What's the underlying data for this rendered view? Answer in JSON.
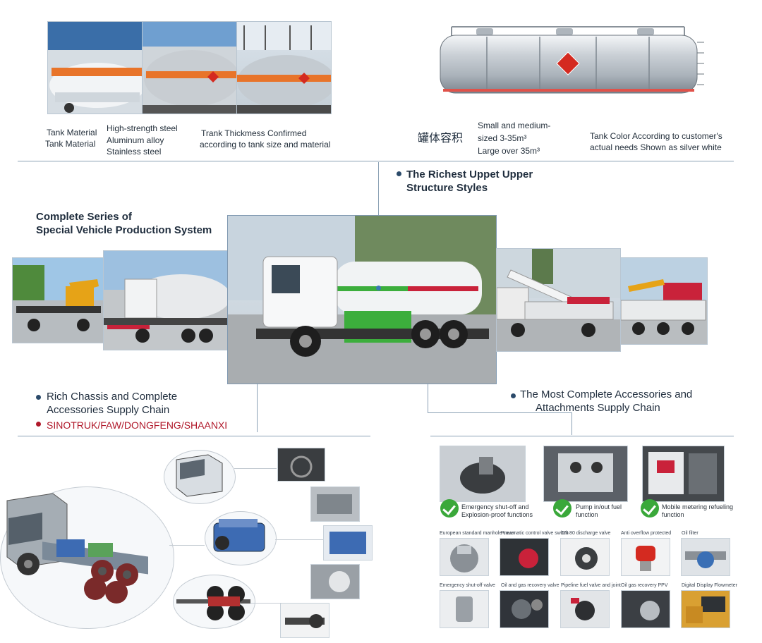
{
  "top": {
    "tank_material_label_1": "Tank Material",
    "tank_material_label_2": "Tank Material",
    "materials": [
      "High-strength steel",
      "Aluminum alloy",
      "Stainless steel"
    ],
    "thickness_line_1": "Trank Thickmess Confirmed",
    "thickness_line_2": "according to tank size and material",
    "volume_label": "罐体容积",
    "volume_line_1": "Small and medium-",
    "volume_line_2": "sized 3-35m³",
    "volume_line_3": "Large over 35m³",
    "color_line_1": "Tank Color According to customer's",
    "color_line_2": "actual needs Shown as silver white"
  },
  "middle": {
    "richest_line_1": "The Richest Uppet Upper",
    "richest_line_2": "Structure Styles",
    "series_line_1": "Complete Series of",
    "series_line_2": "Special Vehicle Production System",
    "chassis_line_1": "Rich Chassis and Complete",
    "chassis_line_2": "Accessories Supply Chain",
    "brands": "SINOTRUK/FAW/DONGFENG/SHAANXI",
    "accessories_line_1": "The Most Complete Accessories and",
    "accessories_line_2": "Attachments Supply Chain"
  },
  "accessories": {
    "featured": [
      {
        "line1": "Emergency shut-off and",
        "line2": "Explosion-proof functions"
      },
      {
        "line1": "Pump in/out fuel",
        "line2": "function"
      },
      {
        "line1": "Mobile metering refueling",
        "line2": "function"
      }
    ],
    "row1": [
      "European standard manhole cover",
      "Pneumatic control valve switch",
      "DN 80 discharge valve",
      "Anti overflow protected",
      "Oil filter"
    ],
    "row2": [
      "Emergency shut-off valve",
      "Oil and gas recovery valve",
      "Pipeline fuel valve and joint",
      "Oil gas recovery PPV",
      "Digital Display Flowmeter"
    ]
  },
  "colors": {
    "stripe_orange": "#e8742a",
    "stripe_green": "#3cae3c",
    "stripe_red": "#c9223a",
    "hazard_red": "#d42a20",
    "check_green": "#3aa83a",
    "brand_red": "#b0182a"
  }
}
